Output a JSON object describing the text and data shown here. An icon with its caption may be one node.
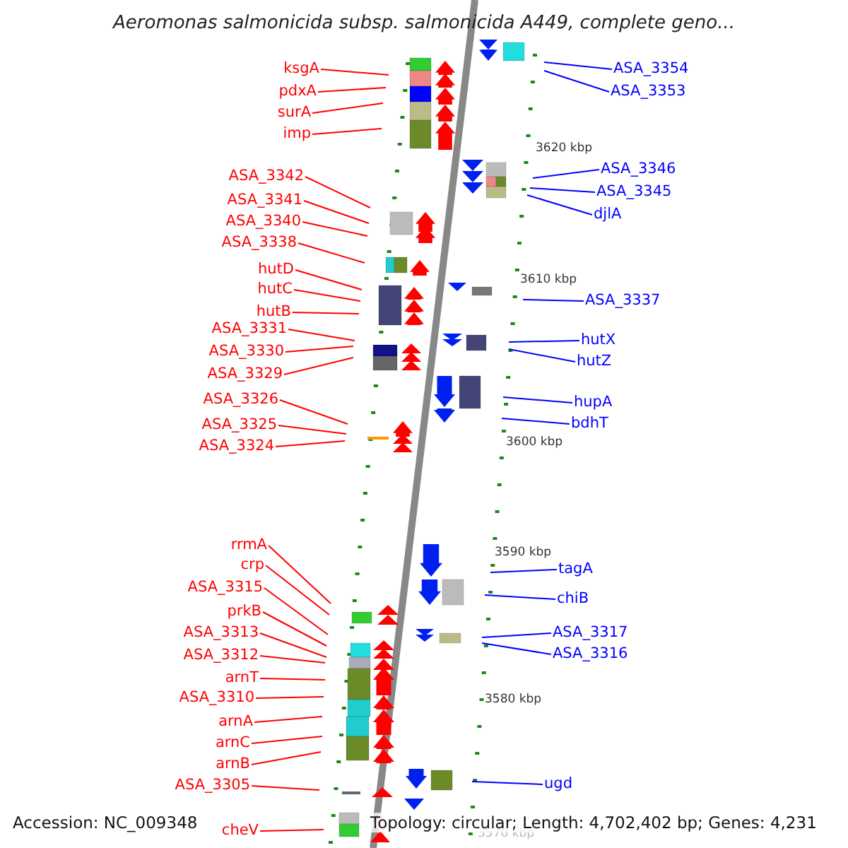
{
  "diagram": {
    "title": "Aeromonas salmonicida subsp. salmonicida A449, complete geno...",
    "nodes": [
      {
        "text": [
          "ksgA"
        ]
      },
      {
        "text": [
          "pdxA"
        ]
      },
      {
        "text": [
          "surA"
        ]
      },
      {
        "text": [
          "imp"
        ]
      },
      {
        "text": [
          "ASA_3342"
        ]
      },
      {
        "text": [
          "ASA_3341"
        ]
      },
      {
        "text": [
          "ASA_3340"
        ]
      },
      {
        "text": [
          "ASA_3338"
        ]
      },
      {
        "text": [
          "hutD"
        ]
      },
      {
        "text": [
          "hutC"
        ]
      },
      {
        "text": [
          "hutB"
        ]
      },
      {
        "text": [
          "ASA_3331"
        ]
      },
      {
        "text": [
          "ASA_3330"
        ]
      },
      {
        "text": [
          "ASA_3329"
        ]
      },
      {
        "text": [
          "ASA_3326"
        ]
      },
      {
        "text": [
          "ASA_3325"
        ]
      },
      {
        "text": [
          "ASA_3324"
        ]
      },
      {
        "text": [
          "rrmA"
        ]
      },
      {
        "text": [
          "crp"
        ]
      },
      {
        "text": [
          "ASA_3315"
        ]
      },
      {
        "text": [
          "prkB"
        ]
      },
      {
        "text": [
          "ASA_3313"
        ]
      },
      {
        "text": [
          "ASA_3312"
        ]
      },
      {
        "text": [
          "arnT"
        ]
      },
      {
        "text": [
          "ASA_3310"
        ]
      },
      {
        "text": [
          "arnA"
        ]
      },
      {
        "text": [
          "arnC"
        ]
      },
      {
        "text": [
          "arnB"
        ]
      },
      {
        "text": [
          "ASA_3305"
        ]
      },
      {
        "text": [
          "cheV"
        ]
      },
      {
        "text": [
          "ASA_3354"
        ]
      },
      {
        "text": [
          "ASA_3353"
        ]
      },
      {
        "text": [
          "ASA_3346"
        ]
      },
      {
        "text": [
          "ASA_3345"
        ]
      },
      {
        "text": [
          "djlA"
        ]
      },
      {
        "text": [
          "ASA_3337"
        ]
      },
      {
        "text": [
          "hutX"
        ]
      },
      {
        "text": [
          "hutZ"
        ]
      },
      {
        "text": [
          "hupA"
        ]
      },
      {
        "text": [
          "bdhT"
        ]
      },
      {
        "text": [
          "tagA"
        ]
      },
      {
        "text": [
          "chiB"
        ]
      },
      {
        "text": [
          "ASA_3317"
        ]
      },
      {
        "text": [
          "ASA_3316"
        ]
      },
      {
        "text": [
          "ugd"
        ]
      }
    ],
    "edges": [
      {
        "from": 0,
        "to": null,
        "arrow": "none"
      },
      {
        "from": 1,
        "to": null,
        "arrow": "none"
      },
      {
        "from": 2,
        "to": null,
        "arrow": "none"
      },
      {
        "from": 3,
        "to": null,
        "arrow": "none"
      },
      {
        "from": 4,
        "to": null,
        "arrow": "none"
      },
      {
        "from": 5,
        "to": null,
        "arrow": "none"
      },
      {
        "from": 6,
        "to": null,
        "arrow": "none"
      },
      {
        "from": 7,
        "to": null,
        "arrow": "none"
      },
      {
        "from": 8,
        "to": null,
        "arrow": "none"
      },
      {
        "from": 9,
        "to": null,
        "arrow": "none"
      },
      {
        "from": 10,
        "to": null,
        "arrow": "none"
      },
      {
        "from": 11,
        "to": null,
        "arrow": "none"
      },
      {
        "from": 12,
        "to": null,
        "arrow": "none"
      },
      {
        "from": 13,
        "to": null,
        "arrow": "none"
      },
      {
        "from": 14,
        "to": null,
        "arrow": "none"
      },
      {
        "from": 15,
        "to": null,
        "arrow": "none"
      },
      {
        "from": 16,
        "to": null,
        "arrow": "none"
      },
      {
        "from": 17,
        "to": null,
        "arrow": "none"
      },
      {
        "from": 18,
        "to": null,
        "arrow": "none"
      },
      {
        "from": 19,
        "to": null,
        "arrow": "none"
      },
      {
        "from": 20,
        "to": null,
        "arrow": "none"
      },
      {
        "from": 21,
        "to": null,
        "arrow": "none"
      },
      {
        "from": 22,
        "to": null,
        "arrow": "none"
      },
      {
        "from": 23,
        "to": null,
        "arrow": "none"
      },
      {
        "from": 24,
        "to": null,
        "arrow": "none"
      },
      {
        "from": 25,
        "to": null,
        "arrow": "none"
      },
      {
        "from": 26,
        "to": null,
        "arrow": "none"
      },
      {
        "from": 27,
        "to": null,
        "arrow": "none"
      },
      {
        "from": 28,
        "to": null,
        "arrow": "none"
      },
      {
        "from": 29,
        "to": null,
        "arrow": "none"
      },
      {
        "from": 30,
        "to": null,
        "arrow": "none",
        "color": "#0000ff"
      },
      {
        "from": 31,
        "to": null,
        "arrow": "none",
        "color": "#0000ff"
      },
      {
        "from": 32,
        "to": null,
        "arrow": "none",
        "color": "#0000ff"
      },
      {
        "from": 33,
        "to": null,
        "arrow": "none",
        "color": "#0000ff"
      },
      {
        "from": 34,
        "to": null,
        "arrow": "none",
        "color": "#0000ff"
      },
      {
        "from": 35,
        "to": null,
        "arrow": "none",
        "color": "#0000ff"
      },
      {
        "from": 36,
        "to": null,
        "arrow": "none",
        "color": "#0000ff"
      },
      {
        "from": 37,
        "to": null,
        "arrow": "none",
        "color": "#0000ff"
      },
      {
        "from": 38,
        "to": null,
        "arrow": "none",
        "color": "#0000ff"
      },
      {
        "from": 39,
        "to": null,
        "arrow": "none",
        "color": "#0000ff"
      },
      {
        "from": 40,
        "to": null,
        "arrow": "none",
        "color": "#0000ff"
      },
      {
        "from": 41,
        "to": null,
        "arrow": "none",
        "color": "#0000ff"
      },
      {
        "from": 42,
        "to": null,
        "arrow": "none",
        "color": "#0000ff"
      },
      {
        "from": 43,
        "to": null,
        "arrow": "none",
        "color": "#0000ff"
      },
      {
        "from": 44,
        "to": null,
        "arrow": "none",
        "color": "#0000ff"
      }
    ],
    "labels": [
      "3620 kbp",
      "3610 kbp",
      "3600 kbp",
      "3590 kbp",
      "3580 kbp",
      "3570 kbp",
      "Accession: NC_009348",
      "Topology: circular; Length: 4,702,402 bp; Genes: 4,231"
    ]
  }
}
